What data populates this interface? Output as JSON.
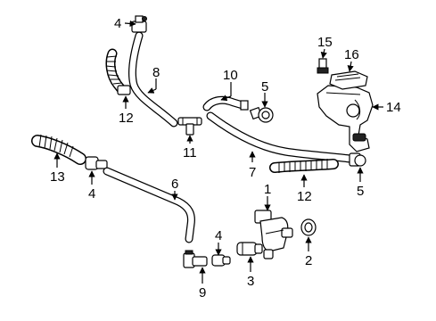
{
  "callouts": {
    "c1": "1",
    "c2": "2",
    "c3": "3",
    "c4a": "4",
    "c4b": "4",
    "c4c": "4",
    "c5a": "5",
    "c5b": "5",
    "c6": "6",
    "c7": "7",
    "c8": "8",
    "c9": "9",
    "c10": "10",
    "c11": "11",
    "c12a": "12",
    "c12b": "12",
    "c13": "13",
    "c14": "14",
    "c15": "15",
    "c16": "16"
  }
}
